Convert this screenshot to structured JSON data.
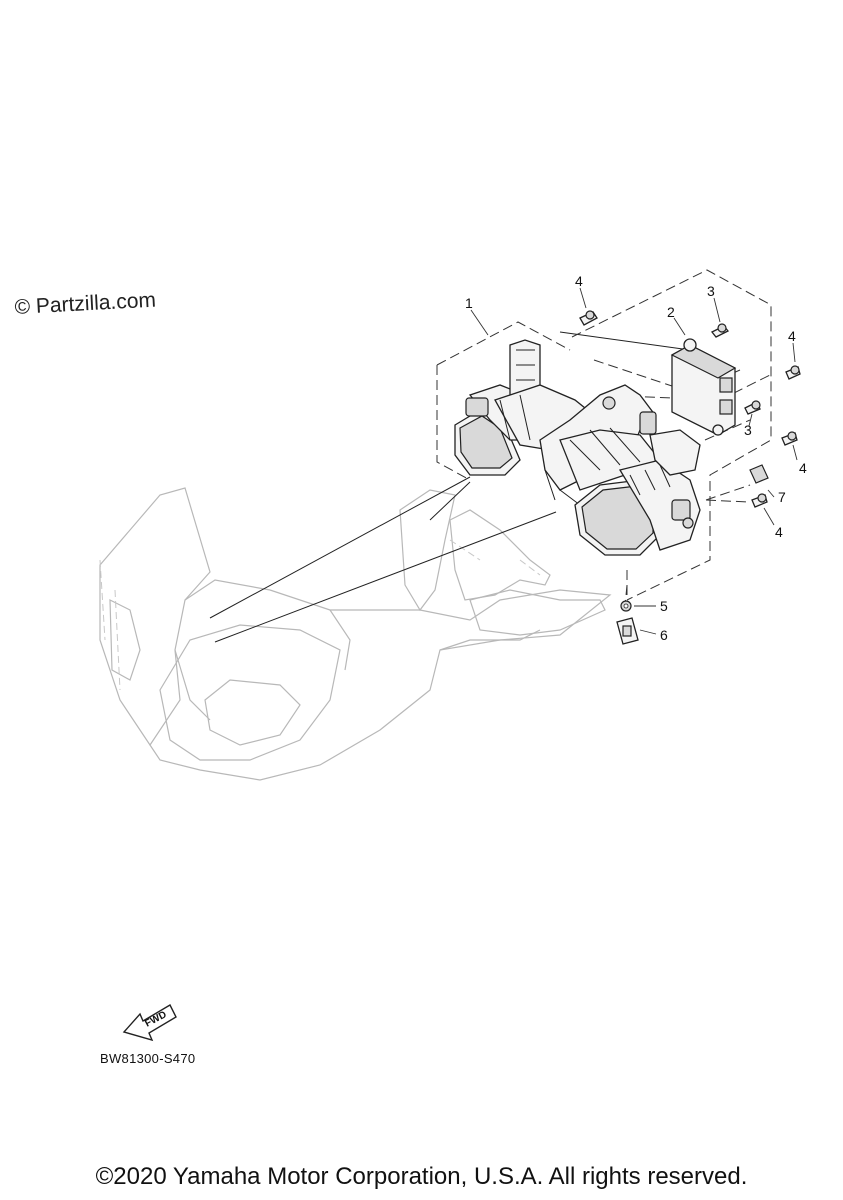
{
  "watermark": "© Partzilla.com",
  "diagram_code": "BW81300-S470",
  "copyright": "©2020 Yamaha Motor Corporation, U.S.A. All rights reserved.",
  "fwd_label": "FWD",
  "callouts": [
    "1",
    "2",
    "3",
    "3",
    "4",
    "4",
    "4",
    "4",
    "5",
    "6",
    "7"
  ]
}
